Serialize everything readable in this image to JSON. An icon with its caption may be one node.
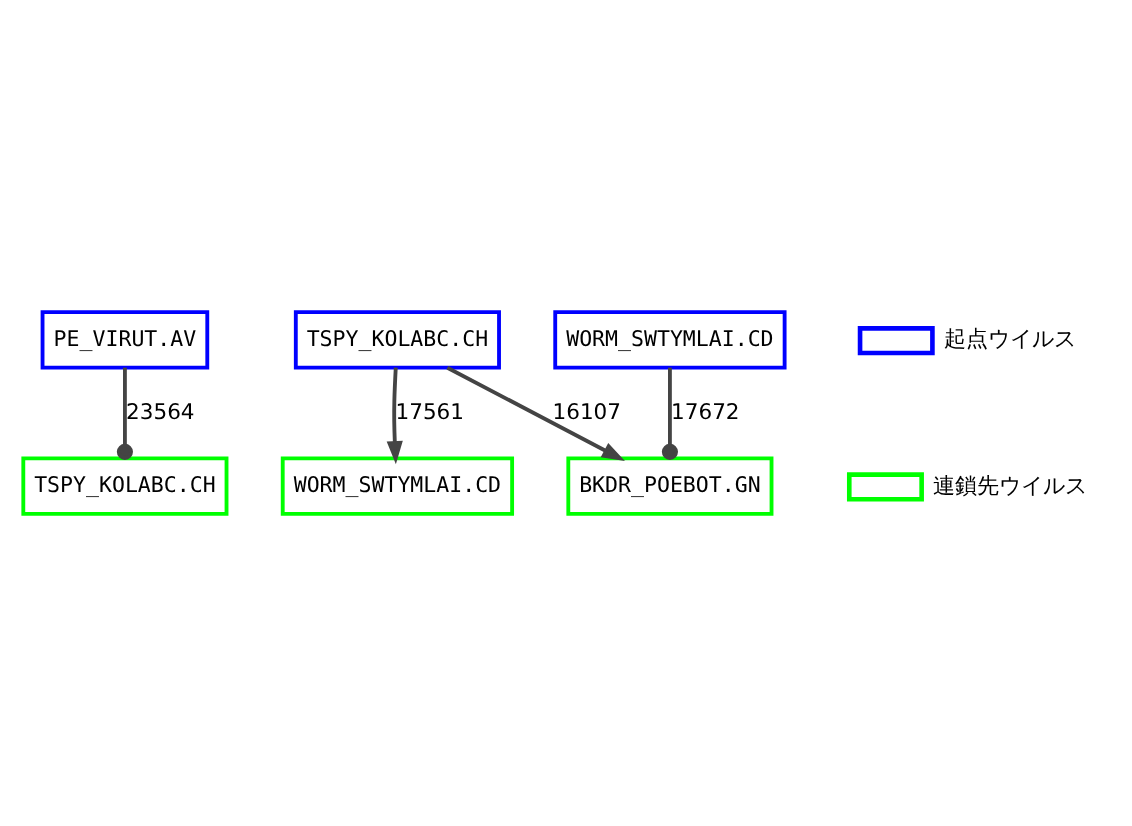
{
  "diagram": {
    "nodes": [
      {
        "text": [
          "PE_VIRUT.AV"
        ]
      },
      {
        "text": [
          "TSPY_KOLABC.CH"
        ]
      },
      {
        "text": [
          "TSPY_KOLABC.CH"
        ]
      },
      {
        "text": [
          "WORM_SWTYMLAI.CD"
        ]
      },
      {
        "text": [
          "WORM_SWTYMLAI.CD"
        ]
      },
      {
        "text": [
          "BKDR_POEBOT.GN"
        ]
      }
    ],
    "edges": [
      {
        "from": 0,
        "to": 1,
        "arrow": "other",
        "label": "23564"
      },
      {
        "from": 2,
        "to": 3,
        "arrow": "to",
        "label": "17561"
      },
      {
        "from": 2,
        "to": 5,
        "arrow": "to",
        "label": "16107"
      },
      {
        "from": 4,
        "to": 5,
        "arrow": "other",
        "label": "17672"
      }
    ],
    "legend": [
      {
        "text": "起点ウイルス",
        "color": "#0000ff"
      },
      {
        "text": "連鎖先ウイルス",
        "color": "#00ff00"
      }
    ]
  }
}
